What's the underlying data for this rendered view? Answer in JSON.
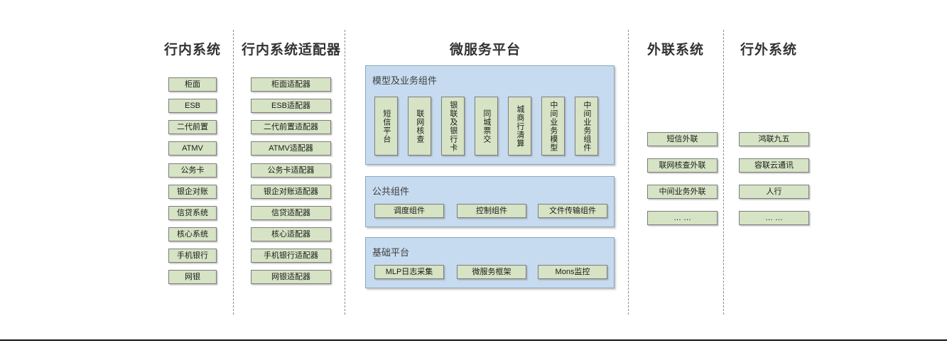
{
  "columns": {
    "internal": {
      "title": "行内系统",
      "items": [
        "柜面",
        "ESB",
        "二代前置",
        "ATMV",
        "公务卡",
        "银企对账",
        "信贷系统",
        "核心系统",
        "手机银行",
        "网银"
      ]
    },
    "adapters": {
      "title": "行内系统适配器",
      "items": [
        "柜面适配器",
        "ESB适配器",
        "二代前置适配器",
        "ATMV适配器",
        "公务卡适配器",
        "银企对账适配器",
        "信贷适配器",
        "核心适配器",
        "手机银行适配器",
        "网银适配器"
      ]
    },
    "platform": {
      "title": "微服务平台",
      "groups": [
        {
          "label": "模型及业务组件",
          "orientation": "vertical",
          "items": [
            "短信平台",
            "联网核查",
            "银联及银行卡",
            "同城票交",
            "城商行清算",
            "中间业务模型",
            "中间业务组件"
          ]
        },
        {
          "label": "公共组件",
          "orientation": "horizontal",
          "items": [
            "调度组件",
            "控制组件",
            "文件传输组件"
          ]
        },
        {
          "label": "基础平台",
          "orientation": "horizontal",
          "items": [
            "MLP日志采集",
            "微服务框架",
            "Mons监控"
          ]
        }
      ]
    },
    "external_link": {
      "title": "外联系统",
      "items": [
        "短信外联",
        "联网核查外联",
        "中间业务外联",
        "… …"
      ]
    },
    "outside": {
      "title": "行外系统",
      "items": [
        "鸿联九五",
        "容联云通讯",
        "人行",
        "… …"
      ]
    }
  },
  "colors": {
    "node_fill": "#d6e3c4",
    "node_border": "#7d7d7d",
    "panel_fill": "#c6dbef",
    "panel_border": "#8ba6bf",
    "divider": "#8a8a8a",
    "title_text": "#333333"
  }
}
